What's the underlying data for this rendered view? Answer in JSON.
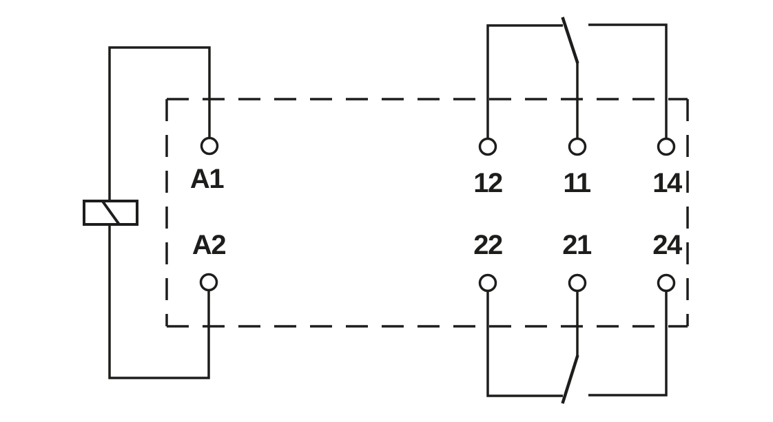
{
  "diagram": {
    "kind": "relay-wiring-schematic",
    "background_color": "#ffffff",
    "line_color": "#1d1d1b",
    "module_outline": "dashed-rectangle",
    "coil_symbol": "rectangle-with-diagonal-slash",
    "coil_terminals": [
      "A1",
      "A2"
    ],
    "contact_groups": [
      {
        "type": "changeover",
        "common": "11",
        "normally_closed": "12",
        "normally_open": "14"
      },
      {
        "type": "changeover",
        "common": "21",
        "normally_closed": "22",
        "normally_open": "24"
      }
    ],
    "terminals": [
      {
        "label": "A1"
      },
      {
        "label": "A2"
      },
      {
        "label": "12"
      },
      {
        "label": "11"
      },
      {
        "label": "14"
      },
      {
        "label": "22"
      },
      {
        "label": "21"
      },
      {
        "label": "24"
      }
    ]
  }
}
